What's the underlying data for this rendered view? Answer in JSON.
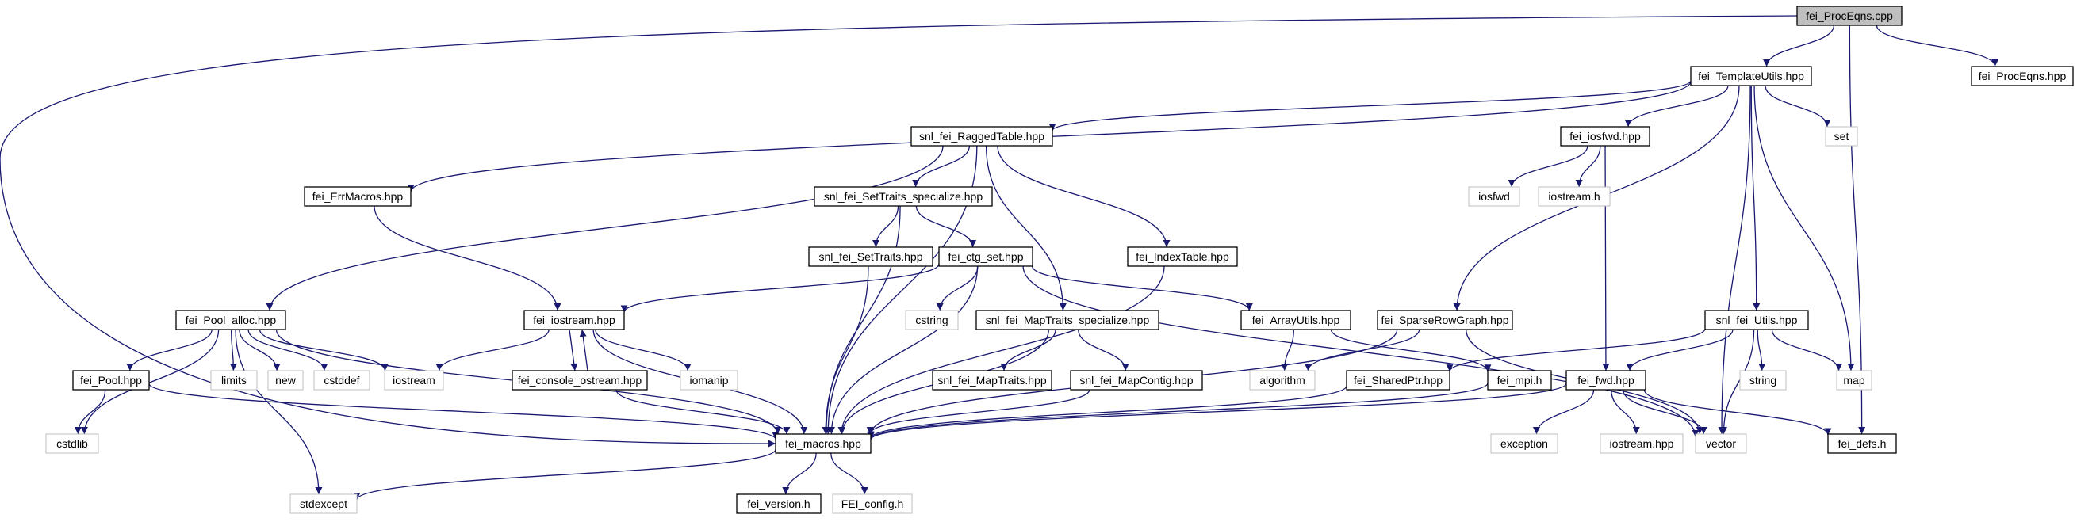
{
  "graph": {
    "nodes": [
      {
        "id": "fei_ProcEqns_cpp",
        "label": "fei_ProcEqns.cpp",
        "kind": "root"
      },
      {
        "id": "fei_TemplateUtils_hpp",
        "label": "fei_TemplateUtils.hpp",
        "kind": "file"
      },
      {
        "id": "fei_ProcEqns_hpp",
        "label": "fei_ProcEqns.hpp",
        "kind": "file"
      },
      {
        "id": "snl_fei_RaggedTable_hpp",
        "label": "snl_fei_RaggedTable.hpp",
        "kind": "file"
      },
      {
        "id": "fei_iosfwd_hpp",
        "label": "fei_iosfwd.hpp",
        "kind": "file"
      },
      {
        "id": "set",
        "label": "set",
        "kind": "system"
      },
      {
        "id": "fei_ErrMacros_hpp",
        "label": "fei_ErrMacros.hpp",
        "kind": "file"
      },
      {
        "id": "snl_fei_SetTraits_specialize_hpp",
        "label": "snl_fei_SetTraits_specialize.hpp",
        "kind": "file"
      },
      {
        "id": "iosfwd",
        "label": "iosfwd",
        "kind": "system"
      },
      {
        "id": "iostream_h",
        "label": "iostream.h",
        "kind": "system"
      },
      {
        "id": "snl_fei_SetTraits_hpp",
        "label": "snl_fei_SetTraits.hpp",
        "kind": "file"
      },
      {
        "id": "fei_ctg_set_hpp",
        "label": "fei_ctg_set.hpp",
        "kind": "file"
      },
      {
        "id": "fei_IndexTable_hpp",
        "label": "fei_IndexTable.hpp",
        "kind": "file"
      },
      {
        "id": "fei_Pool_alloc_hpp",
        "label": "fei_Pool_alloc.hpp",
        "kind": "file"
      },
      {
        "id": "fei_iostream_hpp",
        "label": "fei_iostream.hpp",
        "kind": "file"
      },
      {
        "id": "cstring",
        "label": "cstring",
        "kind": "system"
      },
      {
        "id": "snl_fei_MapTraits_specialize_hpp",
        "label": "snl_fei_MapTraits_specialize.hpp",
        "kind": "file"
      },
      {
        "id": "fei_ArrayUtils_hpp",
        "label": "fei_ArrayUtils.hpp",
        "kind": "file"
      },
      {
        "id": "fei_SparseRowGraph_hpp",
        "label": "fei_SparseRowGraph.hpp",
        "kind": "file"
      },
      {
        "id": "snl_fei_Utils_hpp",
        "label": "snl_fei_Utils.hpp",
        "kind": "file"
      },
      {
        "id": "limits",
        "label": "limits",
        "kind": "system"
      },
      {
        "id": "new",
        "label": "new",
        "kind": "system"
      },
      {
        "id": "cstddef",
        "label": "cstddef",
        "kind": "system"
      },
      {
        "id": "iostream",
        "label": "iostream",
        "kind": "system"
      },
      {
        "id": "fei_Pool_hpp",
        "label": "fei_Pool.hpp",
        "kind": "file"
      },
      {
        "id": "fei_console_ostream_hpp",
        "label": "fei_console_ostream.hpp",
        "kind": "file"
      },
      {
        "id": "iomanip",
        "label": "iomanip",
        "kind": "system"
      },
      {
        "id": "snl_fei_MapTraits_hpp",
        "label": "snl_fei_MapTraits.hpp",
        "kind": "file"
      },
      {
        "id": "snl_fei_MapContig_hpp",
        "label": "snl_fei_MapContig.hpp",
        "kind": "file"
      },
      {
        "id": "algorithm",
        "label": "algorithm",
        "kind": "system"
      },
      {
        "id": "fei_SharedPtr_hpp",
        "label": "fei_SharedPtr.hpp",
        "kind": "file"
      },
      {
        "id": "fei_mpi_h",
        "label": "fei_mpi.h",
        "kind": "file"
      },
      {
        "id": "fei_fwd_hpp",
        "label": "fei_fwd.hpp",
        "kind": "file"
      },
      {
        "id": "string",
        "label": "string",
        "kind": "system"
      },
      {
        "id": "map",
        "label": "map",
        "kind": "system"
      },
      {
        "id": "cstdlib",
        "label": "cstdlib",
        "kind": "system"
      },
      {
        "id": "fei_macros_hpp",
        "label": "fei_macros.hpp",
        "kind": "file"
      },
      {
        "id": "exception",
        "label": "exception",
        "kind": "system"
      },
      {
        "id": "iostream_hpp",
        "label": "iostream.hpp",
        "kind": "system"
      },
      {
        "id": "vector",
        "label": "vector",
        "kind": "system"
      },
      {
        "id": "fei_defs_h",
        "label": "fei_defs.h",
        "kind": "file"
      },
      {
        "id": "stdexcept",
        "label": "stdexcept",
        "kind": "system"
      },
      {
        "id": "fei_version_h",
        "label": "fei_version.h",
        "kind": "file"
      },
      {
        "id": "FEI_config_h",
        "label": "FEI_config.h",
        "kind": "system"
      }
    ],
    "edges": [
      [
        "fei_ProcEqns_cpp",
        "fei_TemplateUtils_hpp"
      ],
      [
        "fei_ProcEqns_cpp",
        "fei_ProcEqns_hpp"
      ],
      [
        "fei_ProcEqns_cpp",
        "fei_defs_h"
      ],
      [
        "fei_ProcEqns_cpp",
        "fei_macros_hpp"
      ],
      [
        "fei_TemplateUtils_hpp",
        "snl_fei_RaggedTable_hpp"
      ],
      [
        "fei_TemplateUtils_hpp",
        "fei_iosfwd_hpp"
      ],
      [
        "fei_TemplateUtils_hpp",
        "set"
      ],
      [
        "fei_TemplateUtils_hpp",
        "fei_ErrMacros_hpp"
      ],
      [
        "fei_TemplateUtils_hpp",
        "fei_SparseRowGraph_hpp"
      ],
      [
        "fei_TemplateUtils_hpp",
        "snl_fei_Utils_hpp"
      ],
      [
        "fei_TemplateUtils_hpp",
        "map"
      ],
      [
        "fei_TemplateUtils_hpp",
        "vector"
      ],
      [
        "snl_fei_RaggedTable_hpp",
        "fei_Pool_alloc_hpp"
      ],
      [
        "snl_fei_RaggedTable_hpp",
        "snl_fei_SetTraits_specialize_hpp"
      ],
      [
        "snl_fei_RaggedTable_hpp",
        "snl_fei_MapTraits_specialize_hpp"
      ],
      [
        "snl_fei_RaggedTable_hpp",
        "fei_IndexTable_hpp"
      ],
      [
        "snl_fei_RaggedTable_hpp",
        "fei_macros_hpp"
      ],
      [
        "fei_iosfwd_hpp",
        "iosfwd"
      ],
      [
        "fei_iosfwd_hpp",
        "iostream_h"
      ],
      [
        "fei_iosfwd_hpp",
        "fei_fwd_hpp"
      ],
      [
        "fei_ErrMacros_hpp",
        "fei_iostream_hpp"
      ],
      [
        "snl_fei_SetTraits_specialize_hpp",
        "snl_fei_SetTraits_hpp"
      ],
      [
        "snl_fei_SetTraits_specialize_hpp",
        "fei_ctg_set_hpp"
      ],
      [
        "snl_fei_SetTraits_specialize_hpp",
        "fei_macros_hpp"
      ],
      [
        "snl_fei_SetTraits_hpp",
        "fei_macros_hpp"
      ],
      [
        "fei_ctg_set_hpp",
        "fei_iostream_hpp"
      ],
      [
        "fei_ctg_set_hpp",
        "cstring"
      ],
      [
        "fei_ctg_set_hpp",
        "fei_ArrayUtils_hpp"
      ],
      [
        "fei_ctg_set_hpp",
        "vector"
      ],
      [
        "fei_ctg_set_hpp",
        "fei_macros_hpp"
      ],
      [
        "fei_IndexTable_hpp",
        "fei_macros_hpp"
      ],
      [
        "fei_Pool_alloc_hpp",
        "fei_Pool_hpp"
      ],
      [
        "fei_Pool_alloc_hpp",
        "limits"
      ],
      [
        "fei_Pool_alloc_hpp",
        "new"
      ],
      [
        "fei_Pool_alloc_hpp",
        "cstddef"
      ],
      [
        "fei_Pool_alloc_hpp",
        "iostream"
      ],
      [
        "fei_Pool_alloc_hpp",
        "cstdlib"
      ],
      [
        "fei_Pool_alloc_hpp",
        "stdexcept"
      ],
      [
        "fei_Pool_alloc_hpp",
        "fei_macros_hpp"
      ],
      [
        "fei_Pool_hpp",
        "cstdlib"
      ],
      [
        "fei_Pool_hpp",
        "fei_macros_hpp"
      ],
      [
        "fei_iostream_hpp",
        "iostream"
      ],
      [
        "fei_iostream_hpp",
        "fei_console_ostream_hpp"
      ],
      [
        "fei_iostream_hpp",
        "iomanip"
      ],
      [
        "fei_iostream_hpp",
        "fei_macros_hpp"
      ],
      [
        "fei_console_ostream_hpp",
        "fei_iostream_hpp"
      ],
      [
        "fei_console_ostream_hpp",
        "fei_macros_hpp"
      ],
      [
        "snl_fei_MapTraits_specialize_hpp",
        "snl_fei_MapTraits_hpp"
      ],
      [
        "snl_fei_MapTraits_specialize_hpp",
        "snl_fei_MapContig_hpp"
      ],
      [
        "snl_fei_MapTraits_specialize_hpp",
        "fei_macros_hpp"
      ],
      [
        "snl_fei_MapContig_hpp",
        "fei_macros_hpp"
      ],
      [
        "fei_ArrayUtils_hpp",
        "algorithm"
      ],
      [
        "fei_ArrayUtils_hpp",
        "fei_mpi_h"
      ],
      [
        "fei_SparseRowGraph_hpp",
        "algorithm"
      ],
      [
        "fei_SparseRowGraph_hpp",
        "vector"
      ],
      [
        "fei_SparseRowGraph_hpp",
        "fei_macros_hpp"
      ],
      [
        "snl_fei_Utils_hpp",
        "fei_SharedPtr_hpp"
      ],
      [
        "snl_fei_Utils_hpp",
        "fei_fwd_hpp"
      ],
      [
        "snl_fei_Utils_hpp",
        "string"
      ],
      [
        "snl_fei_Utils_hpp",
        "map"
      ],
      [
        "snl_fei_Utils_hpp",
        "vector"
      ],
      [
        "fei_SharedPtr_hpp",
        "fei_macros_hpp"
      ],
      [
        "fei_mpi_h",
        "fei_macros_hpp"
      ],
      [
        "fei_fwd_hpp",
        "fei_macros_hpp"
      ],
      [
        "fei_fwd_hpp",
        "exception"
      ],
      [
        "fei_fwd_hpp",
        "iostream_hpp"
      ],
      [
        "fei_fwd_hpp",
        "vector"
      ],
      [
        "fei_fwd_hpp",
        "fei_defs_h"
      ],
      [
        "fei_macros_hpp",
        "stdexcept"
      ],
      [
        "fei_macros_hpp",
        "fei_version_h"
      ],
      [
        "fei_macros_hpp",
        "FEI_config_h"
      ]
    ],
    "colors": {
      "edge": "#191970",
      "file_border": "#000000",
      "system_border": "#bfbfbf",
      "root_fill": "#bfbfbf",
      "background": "#ffffff"
    }
  }
}
